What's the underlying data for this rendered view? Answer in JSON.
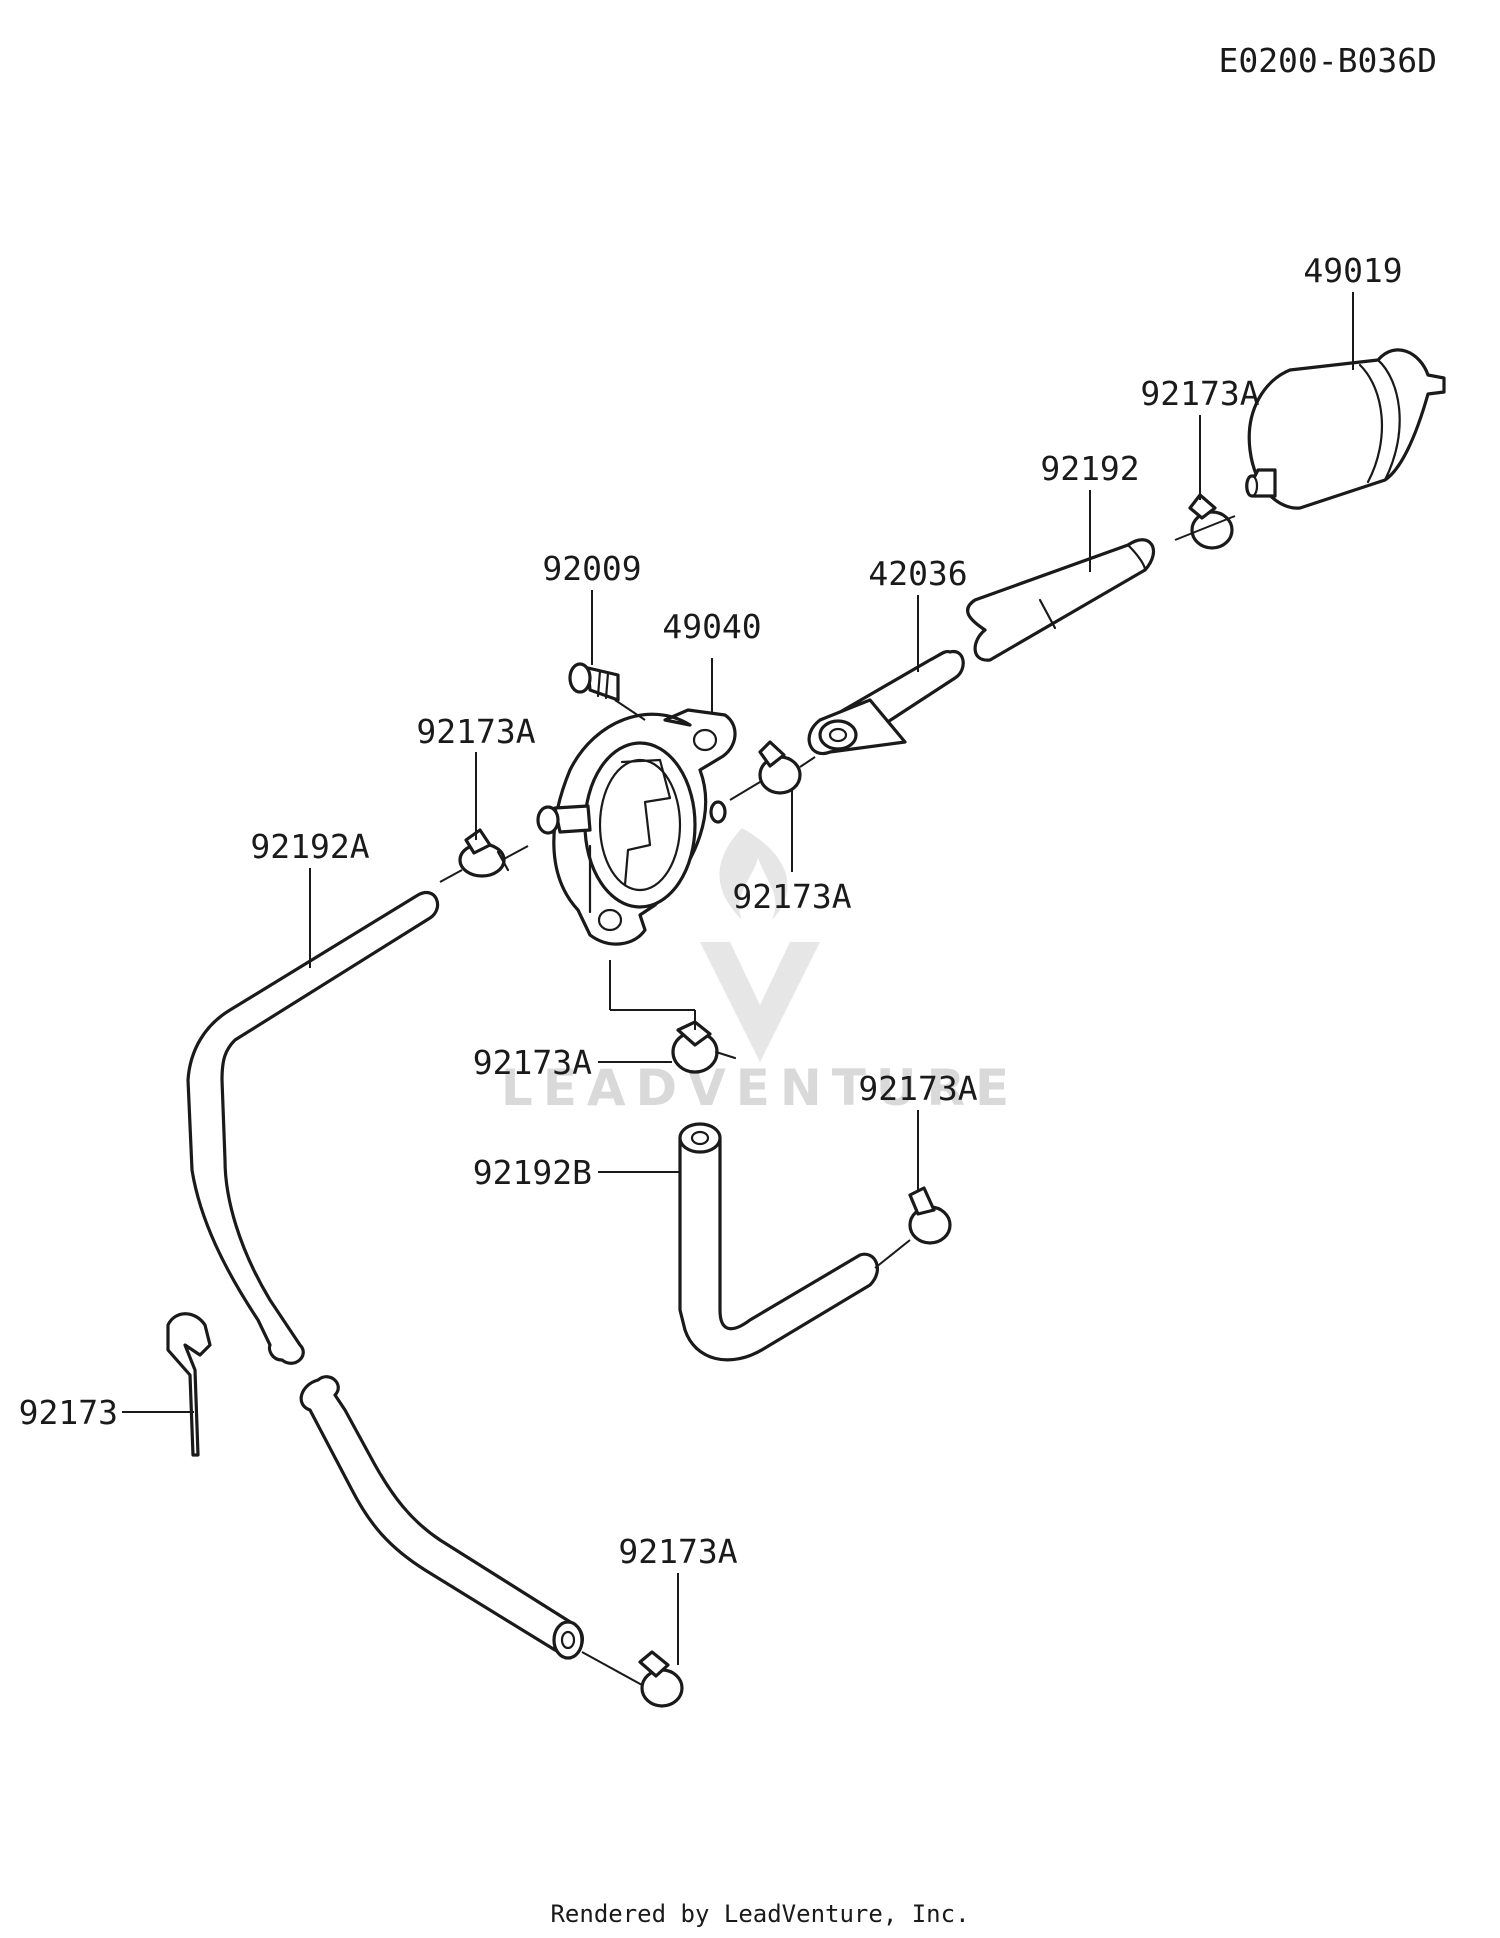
{
  "diagram_code": "E0200-B036D",
  "watermark": "LEADVENTURE",
  "footer": "Rendered by LeadVenture, Inc.",
  "callouts": {
    "p49019": "49019",
    "p92173a_filter": "92173A",
    "p92192": "92192",
    "p42036": "42036",
    "p92009": "92009",
    "p49040": "49040",
    "p92173a_left": "92173A",
    "p92192a": "92192A",
    "p92173a_right": "92173A",
    "p92173a_mid": "92173A",
    "p92173a_b": "92173A",
    "p92192b": "92192B",
    "p92173": "92173",
    "p92173a_bottom": "92173A"
  }
}
